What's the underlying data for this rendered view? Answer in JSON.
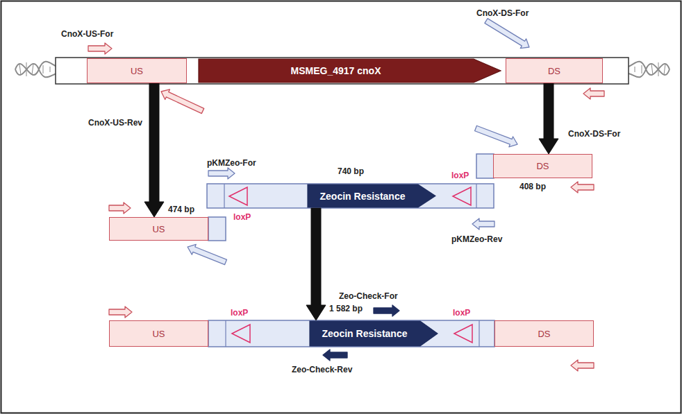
{
  "diagram": {
    "nodes": [
      {
        "text": [
          "US"
        ]
      },
      {
        "text": [
          "MSMEG_4917 cnoX"
        ]
      },
      {
        "text": [
          "DS"
        ]
      },
      {
        "text": [
          "US"
        ]
      },
      {
        "text": [
          "Zeocin Resistance"
        ]
      },
      {
        "text": [
          "DS"
        ]
      },
      {
        "text": [
          "US"
        ]
      },
      {
        "text": [
          "Zeocin Resistance"
        ]
      },
      {
        "text": [
          "DS"
        ]
      }
    ],
    "edges": [
      {
        "from": 0,
        "to": 3,
        "arrow": "to"
      },
      {
        "from": 2,
        "to": 5,
        "arrow": "to"
      },
      {
        "from": 4,
        "to": 7,
        "arrow": "to"
      }
    ],
    "labels": [
      "CnoX-US-For",
      "CnoX-US-Rev",
      "CnoX-DS-For",
      "CnoX-DS-For",
      "pKMZeo-For",
      "740 bp",
      "loxP",
      "474 bp",
      "408 bp",
      "loxP",
      "pKMZeo-Rev",
      "loxP",
      "Zeo-Check-For",
      "1 582 bp",
      "loxP",
      "Zeo-Check-Rev"
    ]
  }
}
